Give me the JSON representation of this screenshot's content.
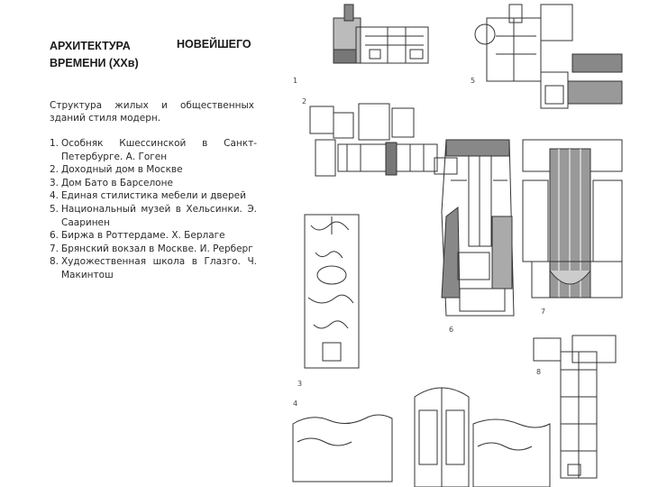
{
  "heading": {
    "left": "АРХИТЕКТУРА ВРЕМЕНИ (XXв)",
    "right": "НОВЕЙШЕГО"
  },
  "subtitle": "Структура жилых и общественных зданий стиля модерн.",
  "works": [
    {
      "num": "1.",
      "text": "Особняк Кшессинской в Санкт-Петербурге. А. Гоген"
    },
    {
      "num": "2.",
      "text": "Доходный дом в Москве"
    },
    {
      "num": "3.",
      "text": "Дом Бато в Барселоне"
    },
    {
      "num": "4.",
      "text": "Единая стилистика мебели и дверей"
    },
    {
      "num": "5.",
      "text": "Национальный музей в Хельсинки. Э. Сааринен"
    },
    {
      "num": "6.",
      "text": "Биржа в Роттердаме. Х. Берлаге"
    },
    {
      "num": "7.",
      "text": "Брянский вокзал в Москве. И. Рерберг"
    },
    {
      "num": "8.",
      "text": "Художественная школа в Глазго. Ч. Макинтош"
    }
  ],
  "figure_labels": {
    "f1": "1",
    "f2": "2",
    "f3": "3",
    "f4": "4",
    "f5": "5",
    "f6": "6",
    "f7": "7",
    "f8": "8"
  },
  "colors": {
    "ink": "#333333",
    "fill": "#8a8a8a",
    "paper": "#ffffff"
  }
}
